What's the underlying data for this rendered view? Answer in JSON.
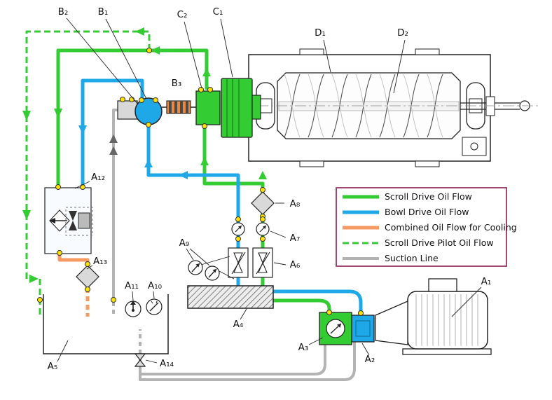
{
  "labels": {
    "b2": "B₂",
    "b1": "B₁",
    "b3": "B₃",
    "c2": "C₂",
    "c1": "C₁",
    "d1": "D₁",
    "d2": "D₂",
    "a1": "A₁",
    "a2": "A₂",
    "a3": "A₃",
    "a4": "A₄",
    "a5": "A₅",
    "a6": "A₆",
    "a7": "A₇",
    "a8": "A₈",
    "a9": "A₉",
    "a10": "A₁₀",
    "a11": "A₁₁",
    "a12": "A₁₂",
    "a13": "A₁₃",
    "a14": "A₁₄"
  },
  "legend": {
    "items": [
      {
        "label": "Scroll Drive Oil Flow",
        "style": "scroll-solid"
      },
      {
        "label": "Bowl Drive Oil Flow",
        "style": "bowl-solid"
      },
      {
        "label": "Combined Oil Flow for Cooling",
        "style": "cooling-solid"
      },
      {
        "label": "Scroll Drive Pilot Oil Flow",
        "style": "scroll-dashed"
      },
      {
        "label": "Suction Line",
        "style": "suction-solid"
      }
    ]
  },
  "colors": {
    "scroll": "#33cc33",
    "bowl": "#1fa8e8",
    "cooling": "#f59a62",
    "suction": "#b3b3b3",
    "pilot": "#33cc33",
    "legend_border": "#993366",
    "port": "#ffe100"
  }
}
